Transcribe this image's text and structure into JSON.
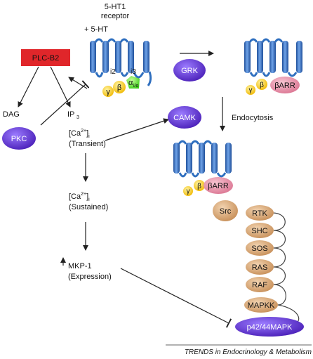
{
  "receptor": {
    "line1": "5-HT1",
    "line2": "receptor",
    "ligand": "+ 5-HT"
  },
  "loops": {
    "i2": "i2",
    "i3": "i3"
  },
  "g_protein": {
    "gamma": "γ",
    "beta": "β",
    "alpha": "α",
    "alpha_sub": "i/o"
  },
  "nodes": {
    "plc": "PLC-B2",
    "pkc": "PKC",
    "grk": "GRK",
    "camk": "CAMK",
    "src": "Src",
    "barr": "βARR",
    "barr2": "βARR",
    "p42": "p42/44MAPK"
  },
  "labels": {
    "dag": "DAG",
    "ip3": "IP",
    "ip3_sub": "3",
    "ca_transient_1": "[Ca",
    "ca_sup": "2+",
    "ca_end": "]",
    "ca_i": "i",
    "ca_transient_2": "(Transient)",
    "ca_sustained_2": "(Sustained)",
    "mkp_1": "MKP-1",
    "mkp_2": "(Expression)",
    "endocytosis": "Endocytosis"
  },
  "cascade": [
    "RTK",
    "SHC",
    "SOS",
    "RAS",
    "RAF",
    "MAPKK"
  ],
  "footer": "TRENDS in Endocrinology & Metabolism",
  "colors": {
    "receptor": "#2f6fbf",
    "gamma": "#f3c000",
    "beta": "#f3c000",
    "alpha": "#5fdc2a",
    "barr": "#e68aa2",
    "kinase": "#6a3fd6",
    "plc": "#e0262a",
    "cascade": "#c8915a"
  }
}
